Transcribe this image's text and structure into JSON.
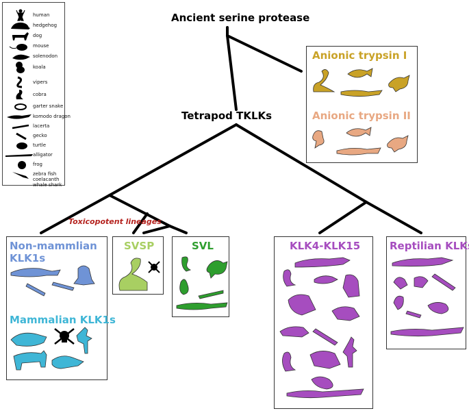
{
  "tree": {
    "root_label": "Ancient serine protease",
    "tetrapod_label": "Tetrapod TKLKs",
    "toxicopotent_label": "Toxicopotent lineages"
  },
  "legend": {
    "items": [
      {
        "label": "human",
        "icon": "human-icon"
      },
      {
        "label": "hedgehog",
        "icon": "hedgehog-icon"
      },
      {
        "label": "dog",
        "icon": "dog-icon"
      },
      {
        "label": "mouse",
        "icon": "mouse-icon"
      },
      {
        "label": "solenodon",
        "icon": "solenodon-icon"
      },
      {
        "label": "koala",
        "icon": "koala-icon"
      },
      {
        "label": "vipers",
        "icon": "viper-icon"
      },
      {
        "label": "cobra",
        "icon": "cobra-icon"
      },
      {
        "label": "garter snake",
        "icon": "garter-snake-icon"
      },
      {
        "label": "komodo dragon",
        "icon": "komodo-dragon-icon"
      },
      {
        "label": "lacerta",
        "icon": "lacerta-icon"
      },
      {
        "label": "gecko",
        "icon": "gecko-icon"
      },
      {
        "label": "turtle",
        "icon": "turtle-icon"
      },
      {
        "label": "alligator",
        "icon": "alligator-icon"
      },
      {
        "label": "frog",
        "icon": "frog-icon"
      },
      {
        "label": "zebra fish",
        "icon": "zebra-fish-icon"
      },
      {
        "label": "coelacanth",
        "icon": "coelacanth-icon"
      },
      {
        "label": "whale shark",
        "icon": "whale-shark-icon"
      }
    ]
  },
  "groups": {
    "anionic_trypsin_1": {
      "title": "Anionic trypsin I",
      "color": "#c9a227"
    },
    "anionic_trypsin_2": {
      "title": "Anionic trypsin II",
      "color": "#e8a882"
    },
    "non_mammalian_klk1s": {
      "title_line1": "Non-mammlian",
      "title_line2": "KLK1s",
      "color": "#6f93d6"
    },
    "mammalian_klk1s": {
      "title": "Mammalian KLK1s",
      "color": "#3fb6d6"
    },
    "svsp": {
      "title": "SVSP",
      "color": "#a8cf62"
    },
    "svl": {
      "title": "SVL",
      "color": "#2e9e2e"
    },
    "klk4_klk15": {
      "title": "KLK4-KLK15",
      "color": "#a64dbf"
    },
    "reptilian_klks": {
      "title": "Reptilian KLKs",
      "color": "#a64dbf"
    }
  },
  "colors": {
    "tree_lines": "#000000",
    "toxicopotent": "#b5231f",
    "skull": "#000000"
  }
}
